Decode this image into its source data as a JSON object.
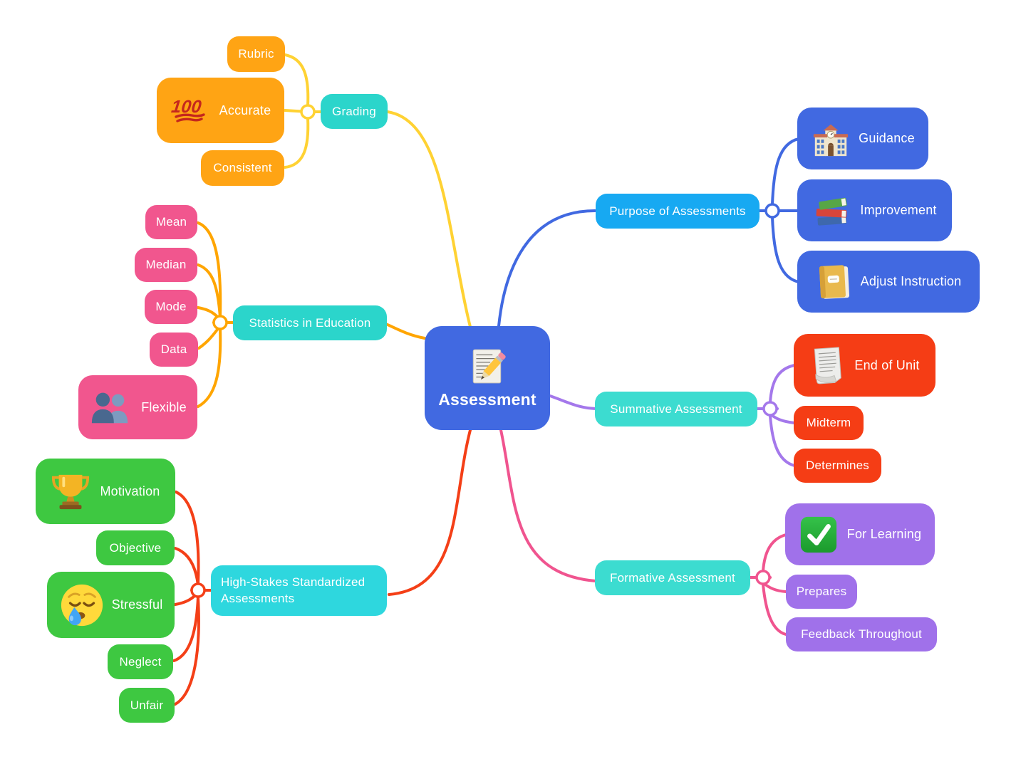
{
  "title": "Assessment mind map",
  "center": {
    "label": "Assessment",
    "icon": "memo-icon",
    "color": "#4169E1"
  },
  "branches": {
    "grading": {
      "label": "Grading",
      "node_color": "#2BD5CB",
      "line_color": "#FFD233",
      "child_color": "#FFA414",
      "children": [
        {
          "label": "Rubric"
        },
        {
          "label": "Accurate",
          "icon": "hundred-points-icon"
        },
        {
          "label": "Consistent"
        }
      ]
    },
    "statistics": {
      "label": "Statistics in Education",
      "node_color": "#2BD5CB",
      "line_color": "#FFA500",
      "child_color": "#F1568E",
      "children": [
        {
          "label": "Mean"
        },
        {
          "label": "Median"
        },
        {
          "label": "Mode"
        },
        {
          "label": "Data"
        },
        {
          "label": "Flexible",
          "icon": "busts-in-silhouette-icon"
        }
      ]
    },
    "high_stakes": {
      "label": "High-Stakes Standardized Assessments",
      "node_color": "#2ED7DE",
      "line_color": "#F43F17",
      "child_color": "#3EC841",
      "children": [
        {
          "label": "Motivation",
          "icon": "trophy-icon"
        },
        {
          "label": "Objective"
        },
        {
          "label": "Stressful",
          "icon": "sleepy-face-icon"
        },
        {
          "label": "Neglect"
        },
        {
          "label": "Unfair"
        }
      ]
    },
    "purpose": {
      "label": "Purpose of Assessments",
      "node_color": "#17A9F2",
      "line_color": "#4169E1",
      "child_color": "#4169E1",
      "children": [
        {
          "label": "Guidance",
          "icon": "school-icon"
        },
        {
          "label": "Improvement",
          "icon": "books-icon"
        },
        {
          "label": "Adjust Instruction",
          "icon": "notebook-icon"
        }
      ]
    },
    "summative": {
      "label": "Summative Assessment",
      "node_color": "#3CDCD0",
      "line_color": "#A478EB",
      "child_color": "#F53D15",
      "children": [
        {
          "label": "End of Unit",
          "icon": "page-with-curl-icon"
        },
        {
          "label": "Midterm"
        },
        {
          "label": "Determines"
        }
      ]
    },
    "formative": {
      "label": "Formative Assessment",
      "node_color": "#3CDCD0",
      "line_color": "#F0548F",
      "child_color": "#A071EA",
      "children": [
        {
          "label": "For Learning",
          "icon": "check-mark-button-icon"
        },
        {
          "label": "Prepares"
        },
        {
          "label": "Feedback Throughout"
        }
      ]
    }
  }
}
